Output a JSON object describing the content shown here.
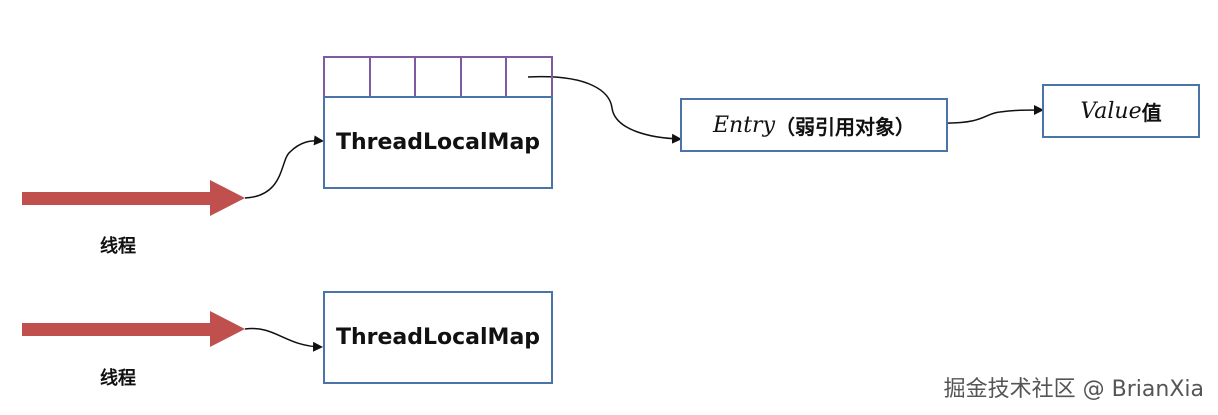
{
  "threads": [
    {
      "label": "线程",
      "map_label": "ThreadLocalMap",
      "has_entries": true
    },
    {
      "label": "线程",
      "map_label": "ThreadLocalMap",
      "has_entries": false
    }
  ],
  "entry": {
    "name": "Entry",
    "note": "（弱引用对象）"
  },
  "value": {
    "name": "Value",
    "suffix": "值"
  },
  "watermark": "掘金技术社区 @ BrianXia",
  "colors": {
    "arrow": "#c0504d",
    "box_border": "#4a73a8",
    "slot_border": "#7e5aa3"
  }
}
